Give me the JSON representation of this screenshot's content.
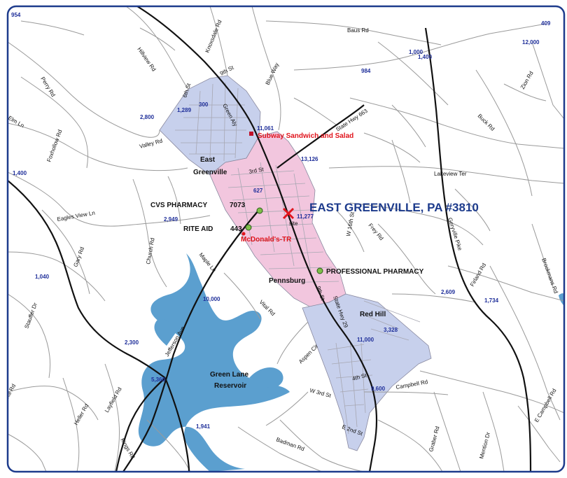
{
  "map": {
    "title": "EAST GREENVILLE, PA #3810",
    "colors": {
      "trade_area_primary": "#f2c6de",
      "trade_area_secondary": "#c7d0ec",
      "water": "#5b9fcf",
      "border": "#1d3b8c",
      "highway": "#111111",
      "site_marker": "#e0141c",
      "competitor_marker": "#7fbf4a",
      "traffic_count_text": "#1f2f9a"
    },
    "site": {
      "label": "site"
    },
    "businesses": {
      "subway": "Subway Sandwich and Salad",
      "mcdonalds": "McDonald's-TR",
      "cvs": "CVS PHARMACY",
      "cvs_num": "7073",
      "riteaid": "RITE AID",
      "riteaid_num": "443",
      "professional": "PROFESSIONAL PHARMACY"
    },
    "places": {
      "east": "East",
      "greenville": "Greenville",
      "pennsburg": "Pennsburg",
      "red_hill": "Red Hill",
      "reservoir_1": "Green Lane",
      "reservoir_2": "Reservoir"
    },
    "roads": {
      "baus": "Baus Rd",
      "knoxsdale": "Knoxsdale Rd",
      "hillview": "Hillview Rd",
      "blue_way": "Blue Way",
      "perry": "Perry Rd",
      "ninth_top": "9th St",
      "sixth": "6th St",
      "green_aly": "Green Aly",
      "elm": "Elm Ln",
      "foxhollow": "Foxhollow Rd",
      "valley": "Valley Rd",
      "state563": "State Hwy 663",
      "buck": "Buck Rd",
      "zion": "Zion Rd",
      "lakeview": "Lakeview Ter",
      "third_st": "3rd St",
      "eagles": "Eagles View Ln",
      "church": "Church Rd",
      "w16th": "W 16th St",
      "frey": "Frey Rd",
      "geryville": "Geryville Pike",
      "gary": "Gary Rd",
      "maple": "Maple Ln",
      "ninth_mid": "9th St",
      "state29": "State Hwy 29",
      "firland": "Firland Rd",
      "brookmans": "Brookmans Rd",
      "stauffer": "Stauffer Dr",
      "vital": "Vital Rd",
      "jefferson": "Jefferson Ave",
      "aspen": "Aspen Cir",
      "fourth_st": "4th St",
      "w3rd": "W 3rd St",
      "campbell": "Campbell Rd",
      "mill": "Mill Rd",
      "heller": "Heller Rd",
      "layfield": "Layfield Rd",
      "e2nd": "E 2nd St",
      "graber": "Graber Rd",
      "mention": "Mention Dr",
      "e_campbell": "E Campbell Rd",
      "kings": "Kings Rd",
      "badman": "Badman Rd"
    },
    "traffic_counts": {
      "c954": "954",
      "c409": "409",
      "c12000": "12,000",
      "c1000": "1,000",
      "c1400a": "1,400",
      "c984": "984",
      "c1289": "1,289",
      "c300": "300",
      "c2800": "2,800",
      "c11061": "11,061",
      "c1400b": "1,400",
      "c13126": "13,126",
      "c627": "627",
      "c2949": "2,949",
      "c11277": "11,277",
      "c1040": "1,040",
      "c10000": "10,000",
      "c2609": "2,609",
      "c1734": "1,734",
      "c3328": "3,328",
      "c11000": "11,000",
      "c2300": "2,300",
      "c5360": "5,360",
      "c9600": "9,600",
      "c1941": "1,941"
    }
  }
}
